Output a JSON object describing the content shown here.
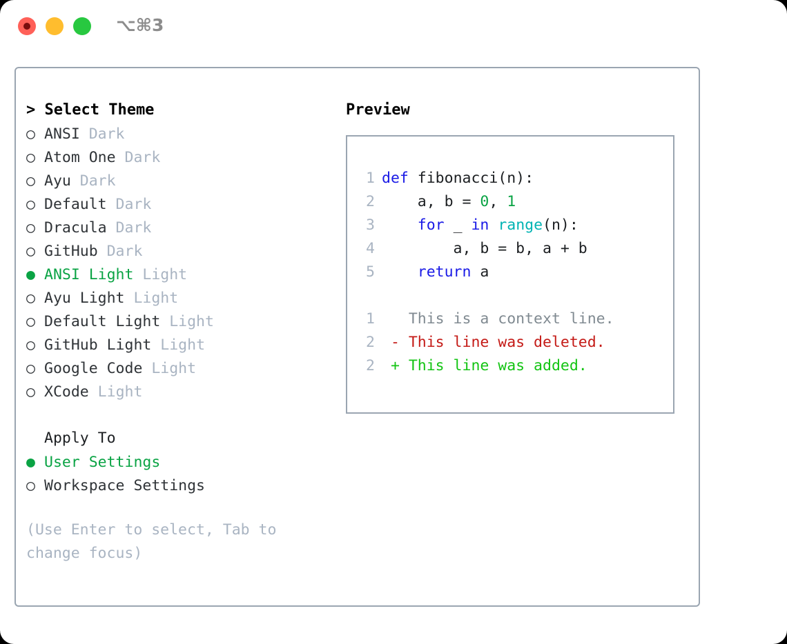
{
  "window": {
    "titlebar_label": "⌥⌘3",
    "traffic_lights": {
      "close": "close-button",
      "minimize": "minimize-button",
      "maximize": "maximize-button"
    },
    "colors": {
      "close": "#ff6058",
      "close_dot": "#7a0d0d",
      "minimize": "#ffbd2e",
      "maximize": "#28c840",
      "border": "#9aa5b1",
      "accent_green": "#0aa344",
      "muted": "#a9b4c2",
      "background": "#ffffff"
    }
  },
  "theme_picker": {
    "header": "> Select Theme",
    "bullet_empty": "○",
    "bullet_filled": "●",
    "items": [
      {
        "name": "ANSI",
        "kind": "Dark",
        "selected": false
      },
      {
        "name": "Atom One",
        "kind": "Dark",
        "selected": false
      },
      {
        "name": "Ayu",
        "kind": "Dark",
        "selected": false
      },
      {
        "name": "Default",
        "kind": "Dark",
        "selected": false
      },
      {
        "name": "Dracula",
        "kind": "Dark",
        "selected": false
      },
      {
        "name": "GitHub",
        "kind": "Dark",
        "selected": false
      },
      {
        "name": "ANSI Light",
        "kind": "Light",
        "selected": true
      },
      {
        "name": "Ayu Light",
        "kind": "Light",
        "selected": false
      },
      {
        "name": "Default Light",
        "kind": "Light",
        "selected": false
      },
      {
        "name": "GitHub Light",
        "kind": "Light",
        "selected": false
      },
      {
        "name": "Google Code",
        "kind": "Light",
        "selected": false
      },
      {
        "name": "XCode",
        "kind": "Light",
        "selected": false
      }
    ]
  },
  "apply_to": {
    "header": "Apply To",
    "options": [
      {
        "name": "User Settings",
        "selected": true
      },
      {
        "name": "Workspace Settings",
        "selected": false
      }
    ]
  },
  "hint": "(Use Enter to select, Tab to change focus)",
  "preview": {
    "header": "Preview",
    "code_lines": [
      {
        "no": "1",
        "tokens": [
          {
            "t": "def",
            "c": "kw"
          },
          {
            "t": " fibonacci(n):",
            "c": "txt"
          }
        ]
      },
      {
        "no": "2",
        "tokens": [
          {
            "t": "    a, b = ",
            "c": "txt"
          },
          {
            "t": "0",
            "c": "num"
          },
          {
            "t": ", ",
            "c": "txt"
          },
          {
            "t": "1",
            "c": "num"
          }
        ]
      },
      {
        "no": "3",
        "tokens": [
          {
            "t": "    ",
            "c": "txt"
          },
          {
            "t": "for",
            "c": "kw"
          },
          {
            "t": " _ ",
            "c": "txt"
          },
          {
            "t": "in",
            "c": "kw"
          },
          {
            "t": " ",
            "c": "txt"
          },
          {
            "t": "range",
            "c": "fn"
          },
          {
            "t": "(n):",
            "c": "txt"
          }
        ]
      },
      {
        "no": "4",
        "tokens": [
          {
            "t": "        a, b = b, a + b",
            "c": "txt"
          }
        ]
      },
      {
        "no": "5",
        "tokens": [
          {
            "t": "    ",
            "c": "txt"
          },
          {
            "t": "return",
            "c": "kw"
          },
          {
            "t": " a",
            "c": "txt"
          }
        ]
      }
    ],
    "diff_lines": [
      {
        "no": "1",
        "marker": " ",
        "text": " This is a context line.",
        "type": "ctx"
      },
      {
        "no": "2",
        "marker": "-",
        "text": " This line was deleted.",
        "type": "del"
      },
      {
        "no": "2",
        "marker": "+",
        "text": " This line was added.",
        "type": "add"
      }
    ]
  }
}
